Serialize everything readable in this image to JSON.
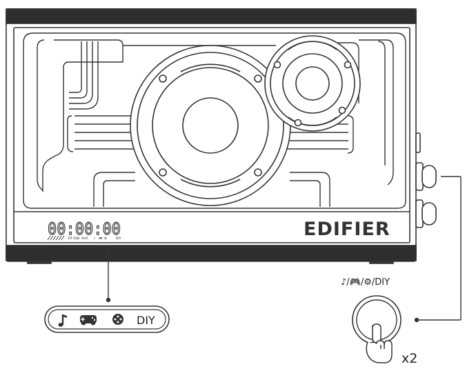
{
  "device": {
    "brand": "EDIFIER",
    "display_time": "00:00:00",
    "mode_indicators": [
      "BT",
      "USB",
      "AUX",
      "♪",
      "🎮",
      "⚙",
      "DIY"
    ]
  },
  "mode_pill": {
    "modes": [
      "music",
      "game",
      "custom"
    ],
    "diy_label": "DIY"
  },
  "mode_button": {
    "caption": "♪/🎮/⚙/DIY",
    "press_count": "x2"
  }
}
